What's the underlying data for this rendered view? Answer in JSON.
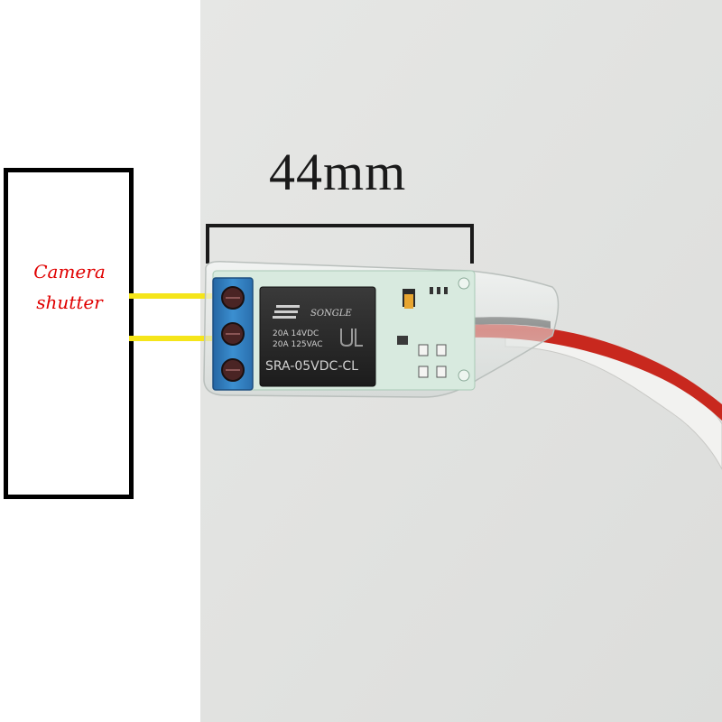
{
  "scene": {
    "left_panel_color": "#ffffff",
    "wall_color": "#e3e4e2"
  },
  "camera_box": {
    "label_line1": "Camera",
    "label_line2": "shutter",
    "label_color": "#e00000",
    "border_color": "#000000"
  },
  "dimension": {
    "label": "44mm",
    "color": "#1a1a1a"
  },
  "wires": {
    "signal_color": "#f5e51a",
    "cable_red": "#c8281e",
    "cable_white": "#f2f2f0"
  },
  "relay": {
    "brand": "SONGLE",
    "rating_line1": "20A 14VDC",
    "rating_line2": "20A 125VAC",
    "model": "SRA-05VDC-CL",
    "body_color": "#262626",
    "terminal_color": "#2f7fc0",
    "pcb_color": "#d8eadf"
  }
}
